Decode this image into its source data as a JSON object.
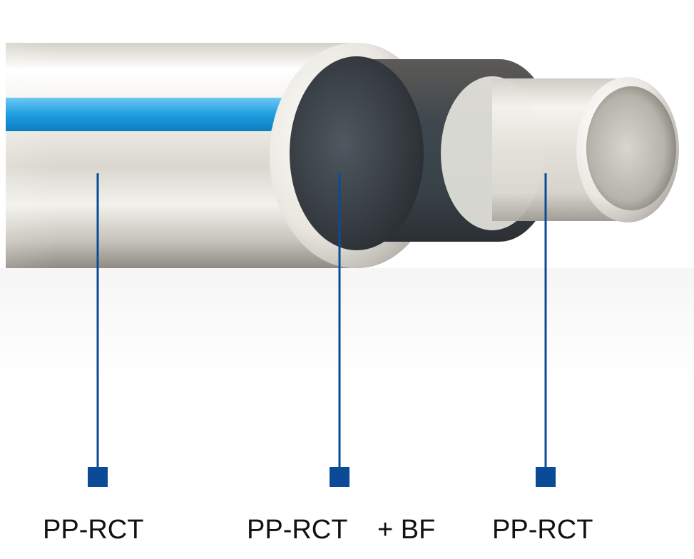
{
  "colors": {
    "leader": "#0a4a96",
    "marker": "#0a4a96",
    "stripe": "#1f9ee0",
    "outer_layer": "#e4e2da",
    "middle_layer": "#3c454c",
    "inner_layer": "#e6e4dc",
    "label_text": "#111111"
  },
  "labels": [
    {
      "id": "outer-layer",
      "text": "PP-RCT"
    },
    {
      "id": "middle-layer",
      "text": "PP-RCT    + BF"
    },
    {
      "id": "inner-layer",
      "text": "PP-RCT"
    }
  ]
}
